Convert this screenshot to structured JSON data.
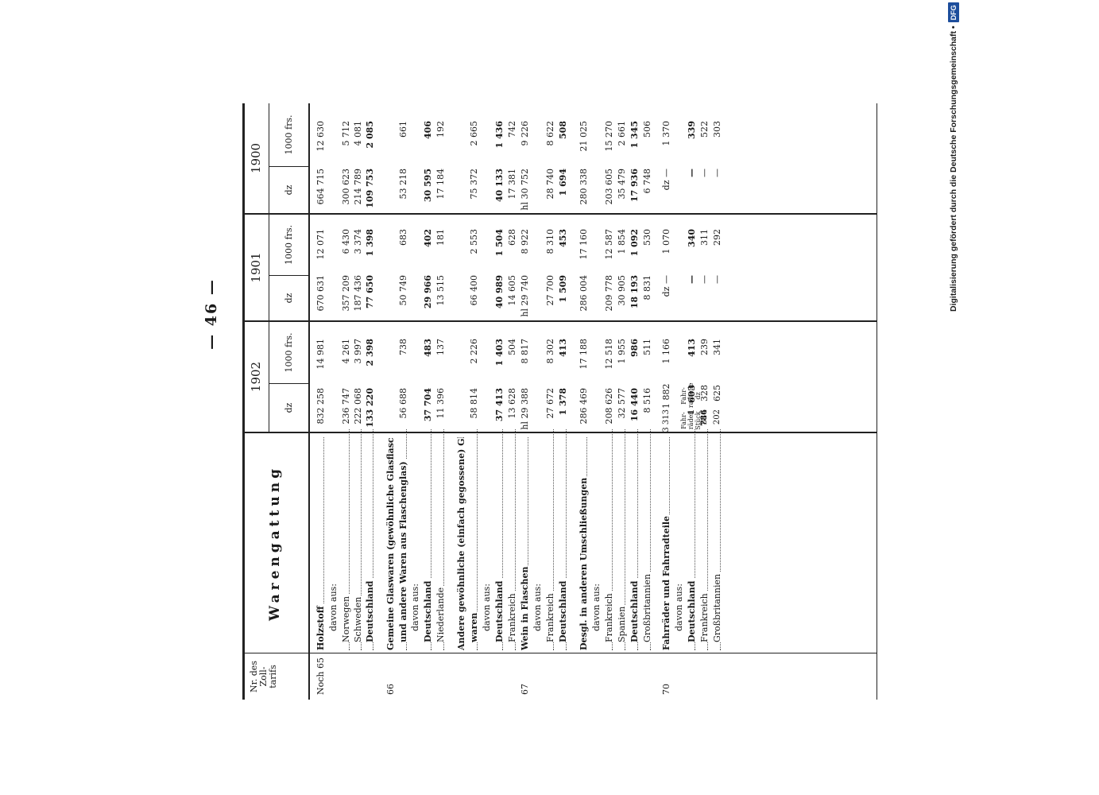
{
  "credit": {
    "text": "Digitalisierung gefördert durch die Deutsche Forschungsgemeinschaft •",
    "logo": "DFG"
  },
  "page_number": "— 46 —",
  "table": {
    "headers": {
      "nr": "Nr. des Zoll- tarifs",
      "title": "Warengattung",
      "years": [
        "1902",
        "1901",
        "1900"
      ],
      "dz": "dz",
      "frs": "1000 frs.",
      "stueck": "Fahr- räder Stück",
      "teile": "Fahr- radteile dz"
    },
    "rows": [
      {
        "nr": "Noch 65",
        "label": "Holzstoff",
        "bold": true,
        "c1": "",
        "c2": "832 258",
        "c3": "14 981",
        "c4": "670 631",
        "c5": "12 071",
        "c6": "664 715",
        "c7": "12 630"
      },
      {
        "nr": "",
        "label": "davon aus:",
        "indent": 1,
        "c1": "",
        "c2": "",
        "c3": "",
        "c4": "",
        "c5": "",
        "c6": "",
        "c7": ""
      },
      {
        "nr": "",
        "label": "Norwegen",
        "indent": 2,
        "c1": "",
        "c2": "236 747",
        "c3": "4 261",
        "c4": "357 209",
        "c5": "6 430",
        "c6": "300 623",
        "c7": "5 712"
      },
      {
        "nr": "",
        "label": "Schweden",
        "indent": 2,
        "c1": "",
        "c2": "222 068",
        "c3": "3 997",
        "c4": "187 436",
        "c5": "3 374",
        "c6": "214 789",
        "c7": "4 081"
      },
      {
        "nr": "",
        "label": "Deutschland",
        "indent": 2,
        "bold": true,
        "c1": "",
        "c2": "133 220",
        "c3": "2 398",
        "c4": "77 650",
        "c5": "1 398",
        "c6": "109 753",
        "c7": "2 085"
      },
      {
        "nr": "66",
        "label": "Gemeine Glaswaren (gewöhnliche Glasflaschen",
        "bold": true,
        "c1": "",
        "c2": "",
        "c3": "",
        "c4": "",
        "c5": "",
        "c6": "",
        "c7": ""
      },
      {
        "nr": "",
        "label": "und andere Waren aus Flaschenglas)",
        "bold": true,
        "indent": 2,
        "c1": "",
        "c2": "56 688",
        "c3": "738",
        "c4": "50 749",
        "c5": "683",
        "c6": "53 218",
        "c7": "661"
      },
      {
        "nr": "",
        "label": "davon aus:",
        "indent": 1,
        "c1": "",
        "c2": "",
        "c3": "",
        "c4": "",
        "c5": "",
        "c6": "",
        "c7": ""
      },
      {
        "nr": "",
        "label": "Deutschland",
        "indent": 2,
        "bold": true,
        "c1": "",
        "c2": "37 704",
        "c3": "483",
        "c4": "29 966",
        "c5": "402",
        "c6": "30 595",
        "c7": "406"
      },
      {
        "nr": "",
        "label": "Niederlande",
        "indent": 2,
        "c1": "",
        "c2": "11 396",
        "c3": "137",
        "c4": "13 515",
        "c5": "181",
        "c6": "17 184",
        "c7": "192"
      },
      {
        "nr": "",
        "label": "Andere gewöhnliche (einfach gegossene) Glas-",
        "bold": true,
        "c1": "",
        "c2": "",
        "c3": "",
        "c4": "",
        "c5": "",
        "c6": "",
        "c7": ""
      },
      {
        "nr": "",
        "label": "waren",
        "bold": true,
        "indent": 2,
        "c1": "",
        "c2": "58 814",
        "c3": "2 226",
        "c4": "66 400",
        "c5": "2 553",
        "c6": "75 372",
        "c7": "2 665"
      },
      {
        "nr": "",
        "label": "davon aus:",
        "indent": 1,
        "c1": "",
        "c2": "",
        "c3": "",
        "c4": "",
        "c5": "",
        "c6": "",
        "c7": ""
      },
      {
        "nr": "",
        "label": "Deutschland",
        "indent": 2,
        "bold": true,
        "c1": "",
        "c2": "37 413",
        "c3": "1 403",
        "c4": "40 989",
        "c5": "1 504",
        "c6": "40 133",
        "c7": "1 436"
      },
      {
        "nr": "",
        "label": "Frankreich",
        "indent": 2,
        "c1": "",
        "c2": "13 628",
        "c3": "504",
        "c4": "14 605",
        "c5": "628",
        "c6": "17 381",
        "c7": "742"
      },
      {
        "nr": "67",
        "label": "Wein in Flaschen",
        "bold": true,
        "c1": "",
        "c2": "hl 29 388",
        "c3": "8 817",
        "c4": "hl 29 740",
        "c5": "8 922",
        "c6": "hl 30 752",
        "c7": "9 226"
      },
      {
        "nr": "",
        "label": "davon aus:",
        "indent": 1,
        "c1": "",
        "c2": "",
        "c3": "",
        "c4": "",
        "c5": "",
        "c6": "",
        "c7": ""
      },
      {
        "nr": "",
        "label": "Frankreich",
        "indent": 2,
        "c1": "",
        "c2": "27 672",
        "c3": "8 302",
        "c4": "27 700",
        "c5": "8 310",
        "c6": "28 740",
        "c7": "8 622"
      },
      {
        "nr": "",
        "label": "Deutschland",
        "indent": 2,
        "bold": true,
        "c1": "",
        "c2": "1 378",
        "c3": "413",
        "c4": "1 509",
        "c5": "453",
        "c6": "1 694",
        "c7": "508"
      },
      {
        "nr": "",
        "label": "Desgl. in anderen Umschließungen",
        "bold": true,
        "c1": "",
        "c2": "286 469",
        "c3": "17 188",
        "c4": "286 004",
        "c5": "17 160",
        "c6": "280 338",
        "c7": "21 025"
      },
      {
        "nr": "",
        "label": "davon aus:",
        "indent": 1,
        "c1": "",
        "c2": "",
        "c3": "",
        "c4": "",
        "c5": "",
        "c6": "",
        "c7": ""
      },
      {
        "nr": "",
        "label": "Frankreich",
        "indent": 2,
        "c1": "",
        "c2": "208 626",
        "c3": "12 518",
        "c4": "209 778",
        "c5": "12 587",
        "c6": "203 605",
        "c7": "15 270"
      },
      {
        "nr": "",
        "label": "Spanien",
        "indent": 2,
        "c1": "",
        "c2": "32 577",
        "c3": "1 955",
        "c4": "30 905",
        "c5": "1 854",
        "c6": "35 479",
        "c7": "2 661"
      },
      {
        "nr": "",
        "label": "Deutschland",
        "indent": 2,
        "bold": true,
        "c1": "",
        "c2": "16 440",
        "c3": "986",
        "c4": "18 193",
        "c5": "1 092",
        "c6": "17 936",
        "c7": "1 345"
      },
      {
        "nr": "",
        "label": "Großbritannien",
        "indent": 2,
        "c1": "",
        "c2": "8 516",
        "c3": "511",
        "c4": "8 831",
        "c5": "530",
        "c6": "6 748",
        "c7": "506"
      },
      {
        "nr": "70",
        "label": "Fahrräder und Fahrradteile",
        "bold": true,
        "c1": "3 313",
        "c2": "1 882",
        "c3": "1 166",
        "c4": "dz —",
        "c5": "1 070",
        "c6": "dz —",
        "c7": "1 370"
      },
      {
        "nr": "",
        "label": "davon aus:",
        "indent": 1,
        "c1": "",
        "c2": "",
        "c3": "",
        "c4": "",
        "c5": "",
        "c6": "",
        "c7": ""
      },
      {
        "nr": "",
        "label": "Deutschland",
        "indent": 2,
        "bold": true,
        "c1": "1 786",
        "c2": "603",
        "c3": "413",
        "c4": "—",
        "c5": "340",
        "c6": "—",
        "c7": "339"
      },
      {
        "nr": "",
        "label": "Frankreich",
        "indent": 2,
        "c1": "814",
        "c2": "328",
        "c3": "239",
        "c4": "—",
        "c5": "311",
        "c6": "—",
        "c7": "522"
      },
      {
        "nr": "",
        "label": "Großbritannien",
        "indent": 2,
        "c1": "202",
        "c2": "625",
        "c3": "341",
        "c4": "—",
        "c5": "292",
        "c6": "—",
        "c7": "303"
      }
    ]
  }
}
